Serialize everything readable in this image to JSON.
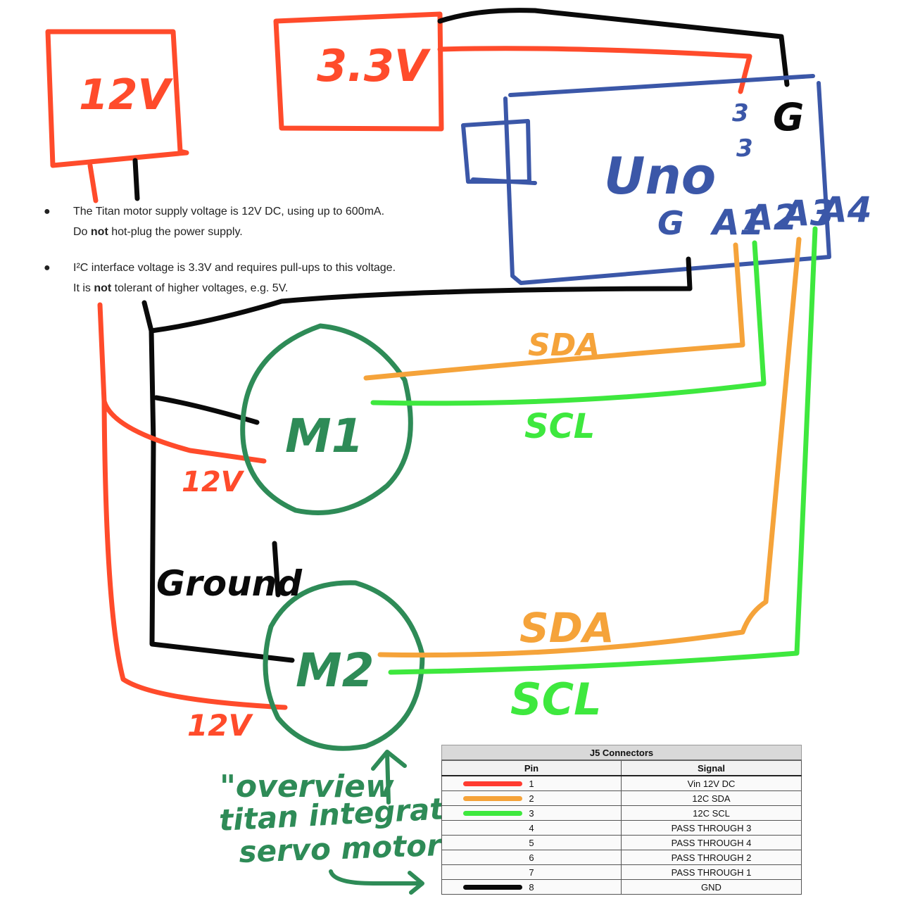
{
  "colors": {
    "power_red": "#ff4b2b",
    "ground_black": "#0a0a0a",
    "uno_blue": "#3b57a8",
    "motor_green": "#2e8b57",
    "sda_orange": "#f5a33a",
    "scl_green": "#3ee83e",
    "annotation_green": "#2e8b57"
  },
  "supplies": {
    "supply_12v": "12V",
    "supply_3v3": "3.3V"
  },
  "uno": {
    "label": "Uno",
    "pin_3v3_label": "3",
    "pin_g_top": "G",
    "pin_g_bottom": "G",
    "pin_a1": "A1",
    "pin_a2": "A2",
    "pin_a3": "A3",
    "pin_a4": "A4"
  },
  "motors": {
    "m1_label": "M1",
    "m2_label": "M2",
    "m1_power_label": "12V",
    "m2_power_label": "12V",
    "m1_sda_label": "SDA",
    "m1_scl_label": "SCL",
    "m2_sda_label": "SDA",
    "m2_scl_label": "SCL"
  },
  "ground_label": "Ground",
  "notes": [
    {
      "line1": "The Titan motor supply voltage is 12V DC, using up to 600mA.",
      "line2_prefix": "Do ",
      "line2_bold": "not",
      "line2_suffix": " hot-plug the power supply."
    },
    {
      "line1": "I²C interface voltage is 3.3V and requires pull-ups to this voltage.",
      "line2_prefix": "It is ",
      "line2_bold": "not",
      "line2_suffix": " tolerant of higher voltages, e.g. 5V."
    }
  ],
  "annotation": {
    "line1": "\"overview",
    "line2": "titan integrated",
    "line3": "servo motors\""
  },
  "j5_table": {
    "title": "J5 Connectors",
    "col_pin": "Pin",
    "col_signal": "Signal",
    "rows": [
      {
        "pin": "1",
        "signal": "Vin 12V DC",
        "swatch": "#ff3b30"
      },
      {
        "pin": "2",
        "signal": "12C SDA",
        "swatch": "#f5a33a"
      },
      {
        "pin": "3",
        "signal": "12C SCL",
        "swatch": "#3ee83e"
      },
      {
        "pin": "4",
        "signal": "PASS THROUGH 3",
        "swatch": ""
      },
      {
        "pin": "5",
        "signal": "PASS THROUGH 4",
        "swatch": ""
      },
      {
        "pin": "6",
        "signal": "PASS THROUGH 2",
        "swatch": ""
      },
      {
        "pin": "7",
        "signal": "PASS THROUGH 1",
        "swatch": ""
      },
      {
        "pin": "8",
        "signal": "GND",
        "swatch": "#0a0a0a"
      }
    ]
  }
}
